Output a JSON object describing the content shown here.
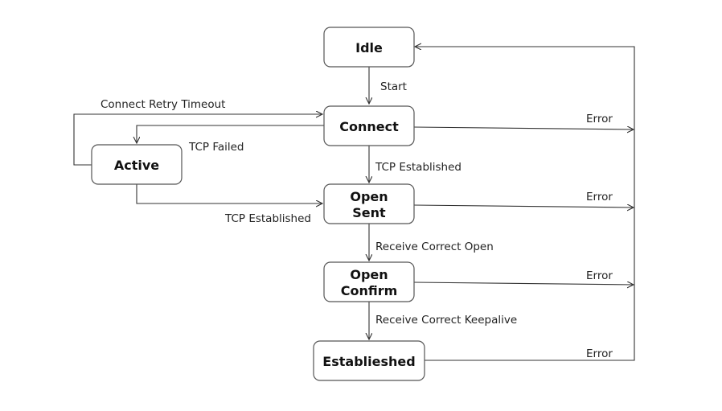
{
  "states": {
    "idle": "Idle",
    "connect": "Connect",
    "active": "Active",
    "open_sent": [
      "Open",
      "Sent"
    ],
    "open_confirm": [
      "Open",
      "Confirm"
    ],
    "established": "Establieshed"
  },
  "transitions": {
    "start": "Start",
    "connect_retry_timeout": "Connect Retry Timeout",
    "tcp_failed": "TCP Failed",
    "tcp_established_connect": "TCP Established",
    "tcp_established_active": "TCP Established",
    "receive_correct_open": "Receive Correct Open",
    "receive_correct_keepalive": "Receive Correct Keepalive",
    "error_connect": "Error",
    "error_open_sent": "Error",
    "error_open_confirm": "Error",
    "error_established": "Error"
  },
  "colors": {
    "stroke": "#555555",
    "text": "#111111"
  }
}
